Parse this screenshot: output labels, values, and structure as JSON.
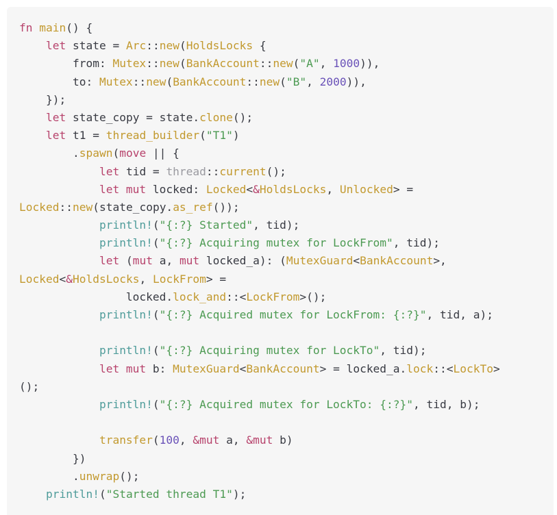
{
  "colors": {
    "background": "#ffffff",
    "code_background": "#f6f6f6",
    "keyword": "#b7436c",
    "type": "#c2992e",
    "function": "#c2992e",
    "string": "#4c9a52",
    "number": "#6a52b8",
    "macro": "#4f9c9a",
    "plain": "#383a42"
  },
  "code": {
    "language": "rust",
    "lines": [
      [
        [
          "kw",
          "fn"
        ],
        [
          "p",
          " "
        ],
        [
          "fn",
          "main"
        ],
        [
          "p",
          "() {"
        ]
      ],
      [
        [
          "p",
          "    "
        ],
        [
          "kw",
          "let"
        ],
        [
          "p",
          " state = "
        ],
        [
          "type",
          "Arc"
        ],
        [
          "p",
          "::"
        ],
        [
          "fn",
          "new"
        ],
        [
          "p",
          "("
        ],
        [
          "type",
          "HoldsLocks"
        ],
        [
          "p",
          " {"
        ]
      ],
      [
        [
          "p",
          "        from: "
        ],
        [
          "type",
          "Mutex"
        ],
        [
          "p",
          "::"
        ],
        [
          "fn",
          "new"
        ],
        [
          "p",
          "("
        ],
        [
          "type",
          "BankAccount"
        ],
        [
          "p",
          "::"
        ],
        [
          "fn",
          "new"
        ],
        [
          "p",
          "("
        ],
        [
          "str",
          "\"A\""
        ],
        [
          "p",
          ", "
        ],
        [
          "num",
          "1000"
        ],
        [
          "p",
          ")),"
        ]
      ],
      [
        [
          "p",
          "        to: "
        ],
        [
          "type",
          "Mutex"
        ],
        [
          "p",
          "::"
        ],
        [
          "fn",
          "new"
        ],
        [
          "p",
          "("
        ],
        [
          "type",
          "BankAccount"
        ],
        [
          "p",
          "::"
        ],
        [
          "fn",
          "new"
        ],
        [
          "p",
          "("
        ],
        [
          "str",
          "\"B\""
        ],
        [
          "p",
          ", "
        ],
        [
          "num",
          "2000"
        ],
        [
          "p",
          ")),"
        ]
      ],
      [
        [
          "p",
          "    });"
        ]
      ],
      [
        [
          "p",
          "    "
        ],
        [
          "kw",
          "let"
        ],
        [
          "p",
          " state_copy = state."
        ],
        [
          "fn",
          "clone"
        ],
        [
          "p",
          "();"
        ]
      ],
      [
        [
          "p",
          "    "
        ],
        [
          "kw",
          "let"
        ],
        [
          "p",
          " t1 = "
        ],
        [
          "fn",
          "thread_builder"
        ],
        [
          "p",
          "("
        ],
        [
          "str",
          "\"T1\""
        ],
        [
          "p",
          ")"
        ]
      ],
      [
        [
          "p",
          "        ."
        ],
        [
          "fn",
          "spawn"
        ],
        [
          "p",
          "("
        ],
        [
          "kw",
          "move"
        ],
        [
          "p",
          " || {"
        ]
      ],
      [
        [
          "p",
          "            "
        ],
        [
          "kw",
          "let"
        ],
        [
          "p",
          " tid = "
        ],
        [
          "path",
          "thread"
        ],
        [
          "p",
          "::"
        ],
        [
          "fn",
          "current"
        ],
        [
          "p",
          "();"
        ]
      ],
      [
        [
          "p",
          "            "
        ],
        [
          "kw",
          "let mut"
        ],
        [
          "p",
          " locked: "
        ],
        [
          "type",
          "Locked"
        ],
        [
          "p",
          "<"
        ],
        [
          "op",
          "&"
        ],
        [
          "type",
          "HoldsLocks"
        ],
        [
          "p",
          ", "
        ],
        [
          "type",
          "Unlocked"
        ],
        [
          "p",
          "> ="
        ]
      ],
      [
        [
          "type",
          "Locked"
        ],
        [
          "p",
          "::"
        ],
        [
          "fn",
          "new"
        ],
        [
          "p",
          "(state_copy."
        ],
        [
          "fn",
          "as_ref"
        ],
        [
          "p",
          "());"
        ]
      ],
      [
        [
          "p",
          "            "
        ],
        [
          "mac",
          "println!"
        ],
        [
          "p",
          "("
        ],
        [
          "str",
          "\"{:?} Started\""
        ],
        [
          "p",
          ", tid);"
        ]
      ],
      [
        [
          "p",
          "            "
        ],
        [
          "mac",
          "println!"
        ],
        [
          "p",
          "("
        ],
        [
          "str",
          "\"{:?} Acquiring mutex for LockFrom\""
        ],
        [
          "p",
          ", tid);"
        ]
      ],
      [
        [
          "p",
          "            "
        ],
        [
          "kw",
          "let"
        ],
        [
          "p",
          " ("
        ],
        [
          "kw",
          "mut"
        ],
        [
          "p",
          " a, "
        ],
        [
          "kw",
          "mut"
        ],
        [
          "p",
          " locked_a): ("
        ],
        [
          "type",
          "MutexGuard"
        ],
        [
          "p",
          "<"
        ],
        [
          "type",
          "BankAccount"
        ],
        [
          "p",
          ">,"
        ]
      ],
      [
        [
          "type",
          "Locked"
        ],
        [
          "p",
          "<"
        ],
        [
          "op",
          "&"
        ],
        [
          "type",
          "HoldsLocks"
        ],
        [
          "p",
          ", "
        ],
        [
          "type",
          "LockFrom"
        ],
        [
          "p",
          "> ="
        ]
      ],
      [
        [
          "p",
          "                locked."
        ],
        [
          "fn",
          "lock_and"
        ],
        [
          "p",
          "::<"
        ],
        [
          "type",
          "LockFrom"
        ],
        [
          "p",
          ">();"
        ]
      ],
      [
        [
          "p",
          "            "
        ],
        [
          "mac",
          "println!"
        ],
        [
          "p",
          "("
        ],
        [
          "str",
          "\"{:?} Acquired mutex for LockFrom: {:?}\""
        ],
        [
          "p",
          ", tid, a);"
        ]
      ],
      [
        [
          "p",
          ""
        ]
      ],
      [
        [
          "p",
          "            "
        ],
        [
          "mac",
          "println!"
        ],
        [
          "p",
          "("
        ],
        [
          "str",
          "\"{:?} Acquiring mutex for LockTo\""
        ],
        [
          "p",
          ", tid);"
        ]
      ],
      [
        [
          "p",
          "            "
        ],
        [
          "kw",
          "let mut"
        ],
        [
          "p",
          " b: "
        ],
        [
          "type",
          "MutexGuard"
        ],
        [
          "p",
          "<"
        ],
        [
          "type",
          "BankAccount"
        ],
        [
          "p",
          "> = locked_a."
        ],
        [
          "fn",
          "lock"
        ],
        [
          "p",
          "::<"
        ],
        [
          "type",
          "LockTo"
        ],
        [
          "p",
          ">"
        ]
      ],
      [
        [
          "p",
          "();"
        ]
      ],
      [
        [
          "p",
          "            "
        ],
        [
          "mac",
          "println!"
        ],
        [
          "p",
          "("
        ],
        [
          "str",
          "\"{:?} Acquired mutex for LockTo: {:?}\""
        ],
        [
          "p",
          ", tid, b);"
        ]
      ],
      [
        [
          "p",
          ""
        ]
      ],
      [
        [
          "p",
          "            "
        ],
        [
          "fn",
          "transfer"
        ],
        [
          "p",
          "("
        ],
        [
          "num",
          "100"
        ],
        [
          "p",
          ", "
        ],
        [
          "op",
          "&"
        ],
        [
          "kw",
          "mut"
        ],
        [
          "p",
          " a, "
        ],
        [
          "op",
          "&"
        ],
        [
          "kw",
          "mut"
        ],
        [
          "p",
          " b)"
        ]
      ],
      [
        [
          "p",
          "        })"
        ]
      ],
      [
        [
          "p",
          "        ."
        ],
        [
          "fn",
          "unwrap"
        ],
        [
          "p",
          "();"
        ]
      ],
      [
        [
          "p",
          "    "
        ],
        [
          "mac",
          "println!"
        ],
        [
          "p",
          "("
        ],
        [
          "str",
          "\"Started thread T1\""
        ],
        [
          "p",
          ");"
        ]
      ]
    ]
  }
}
